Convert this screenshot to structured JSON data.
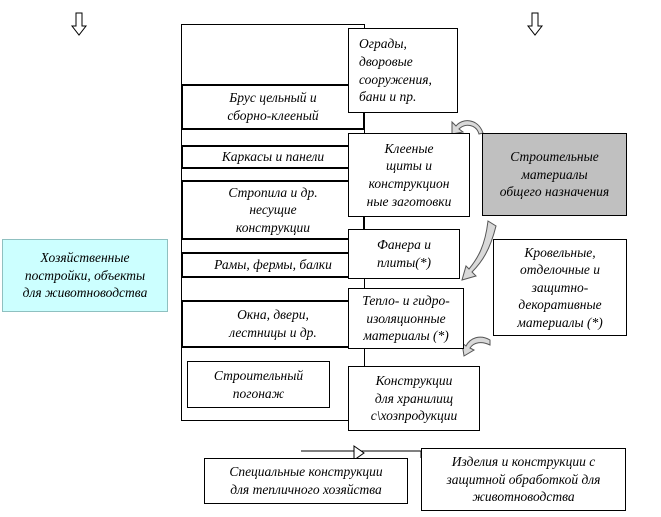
{
  "center_column": {
    "items": [
      "Брус цельный и\nсборно-клееный",
      "Каркасы и панели",
      "Стропила и др.\nнесущие\nконструкции",
      "Рамы, фермы, балки",
      "Окна, двери,\nлестницы и др.",
      "Строительный\nпогонаж"
    ]
  },
  "left_box": "Хозяйственные\nпостройки, объекты\nдля животноводства",
  "right_column": {
    "fences": "Ограды,\nдворовые\nсооружения,\nбани и пр.",
    "glued_panels": "Клееные\nщиты и\nконструкцион\nные заготовки",
    "general_materials": "Строительные\nматериалы\nобщего назначения",
    "plywood": "Фанера и\nплиты(*)",
    "roofing": "Кровельные,\nотделочные и\nзащитно-\nдекоративные\nматериалы (*)",
    "insulation": "Тепло- и гидро-\nизоляционные\nматериалы (*)",
    "storage": "Конструкции\nдля хранилищ\nс\\хозпродукции"
  },
  "bottom": {
    "greenhouse": "Специальные конструкции\nдля тепличного хозяйства",
    "protected": "Изделия и конструкции с\nзащитной обработкой для\nживотноводства"
  },
  "colors": {
    "gray_box": "#c0c0c0",
    "cyan_box": "#ccffff",
    "arrow_fill": "#d9d9d9"
  },
  "icons": [
    "down-arrow-icon",
    "curved-arrow-icon"
  ]
}
